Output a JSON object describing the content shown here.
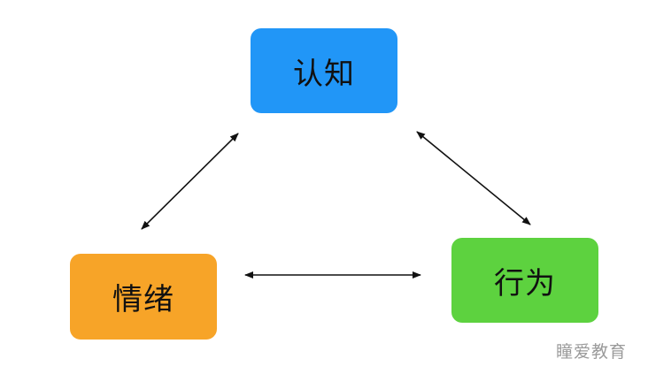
{
  "nodes": {
    "cognition": {
      "label": "认知",
      "color": "#2196f7"
    },
    "emotion": {
      "label": "情绪",
      "color": "#f7a428"
    },
    "behavior": {
      "label": "行为",
      "color": "#5dd23f"
    }
  },
  "edges": [
    {
      "from": "cognition",
      "to": "emotion",
      "direction": "bidirectional"
    },
    {
      "from": "cognition",
      "to": "behavior",
      "direction": "bidirectional"
    },
    {
      "from": "emotion",
      "to": "behavior",
      "direction": "bidirectional"
    }
  ],
  "watermark": "瞳爱教育"
}
